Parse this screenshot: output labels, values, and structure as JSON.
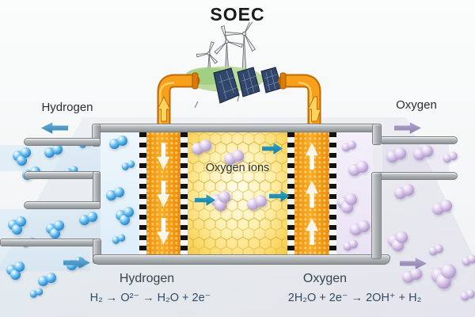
{
  "title": "SOEC",
  "streams": {
    "hydrogen_top_label": "Hydrogen",
    "oxygen_top_label": "Oxygen"
  },
  "cell": {
    "electrolyte_label": "Oxygen ions"
  },
  "reactions": {
    "hydrogen": {
      "label": "Hydrogen",
      "equation": "H₂ → O²⁻ → H₂O + 2e⁻"
    },
    "oxygen": {
      "label": "Oxygen",
      "equation": "2H₂O + 2e⁻ → 2OH⁺ + H₂"
    }
  },
  "icons": {
    "hydrogen_out_arrow": "left-arrow",
    "steam_in_arrow": "right-arrow",
    "oxygen_out_arrow": "right-arrow",
    "oxygen_release_arrow": "right-arrow",
    "oxide_ion_arrows": "right-arrow",
    "cathode_flow_arrows": "down-arrow",
    "anode_flow_arrows": "up-arrow",
    "power_pipe_arrows": "up-arrow"
  },
  "colors": {
    "electrode_orange": "#F39A0E",
    "electrolyte_yellow": "#FBE98E",
    "hydrogen_blue": "#1F7FC4",
    "oxygen_purple": "#A68BC4",
    "ion_arrow_teal": "#147FA4",
    "pipe_orange": "#F6A01B",
    "wall_gray": "#9AA0A2",
    "grass_green": "#B4D794",
    "panel_navy": "#31466B"
  }
}
